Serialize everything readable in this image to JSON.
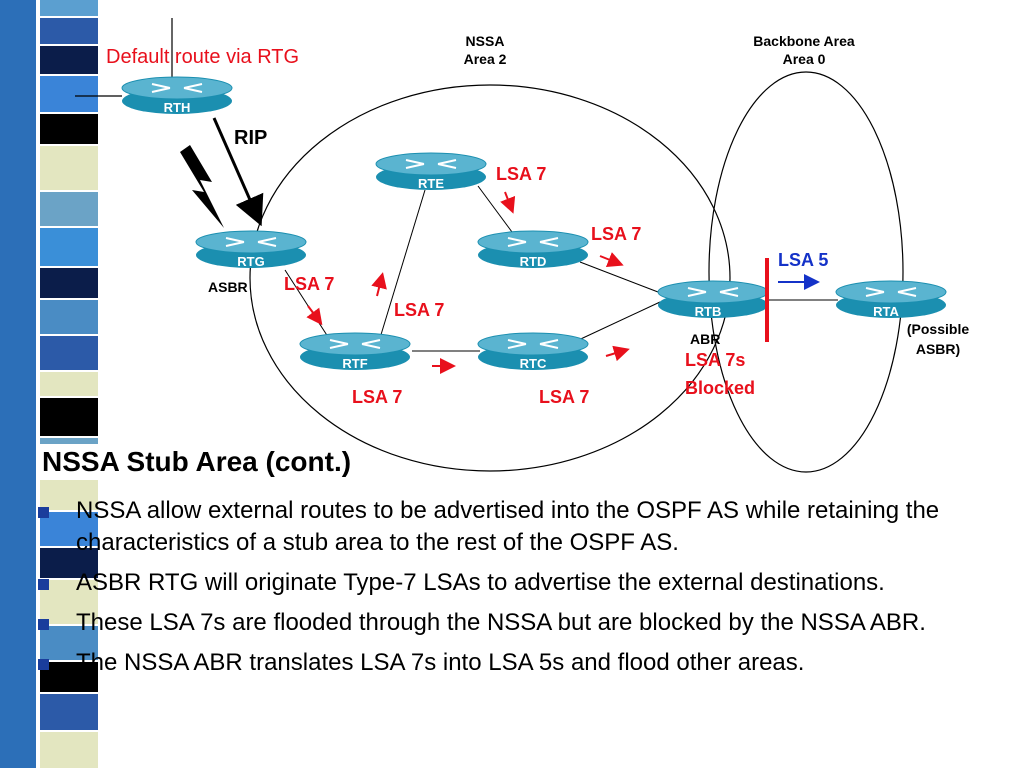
{
  "diagram": {
    "default_route_note": "Default route via RTG",
    "nssa_area_line1": "NSSA",
    "nssa_area_line2": "Area 2",
    "backbone_line1": "Backbone Area",
    "backbone_line2": "Area 0",
    "rip_label": "RIP",
    "routers": {
      "rth": "RTH",
      "rtg": "RTG",
      "rte": "RTE",
      "rtd": "RTD",
      "rtf": "RTF",
      "rtc": "RTC",
      "rtb": "RTB",
      "rta": "RTA"
    },
    "asbr_label": "ASBR",
    "abr_label": "ABR",
    "possible_asbr_line1": "(Possible",
    "possible_asbr_line2": "ASBR)",
    "lsa7": "LSA 7",
    "lsa5": "LSA 5",
    "lsa7s_line1": "LSA 7s",
    "lsa7s_line2": "Blocked",
    "colors": {
      "lsa7": "#e8101c",
      "lsa5": "#1432c8",
      "router": "#1b8fb0"
    }
  },
  "slide": {
    "title": "NSSA Stub Area (cont.)",
    "bullets": [
      "NSSA allow external routes to be advertised into the OSPF AS while retaining the characteristics of a stub area to the rest of the OSPF AS.",
      "ASBR RTG will originate Type-7 LSAs to advertise the external destinations.",
      "These LSA 7s are flooded through the NSSA but are blocked by the NSSA ABR.",
      "The NSSA ABR translates LSA 7s into LSA 5s and flood other areas."
    ]
  }
}
